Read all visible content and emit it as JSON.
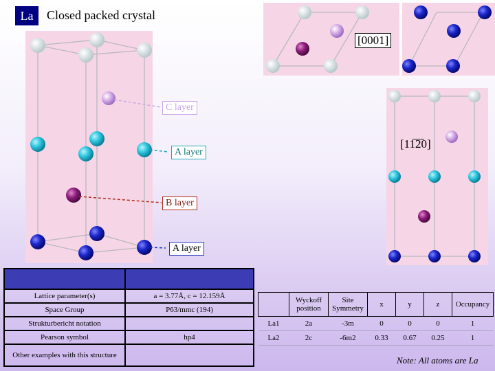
{
  "element": "La",
  "title": "Closed packed crystal",
  "direction_0001": "[0001]",
  "direction_1120": "[11̅2̅0]",
  "layers": [
    {
      "label": "C layer",
      "color": "#c9a6e8"
    },
    {
      "label": "A layer",
      "color": "#20a7b4"
    },
    {
      "label": "B layer",
      "color": "#b02a18"
    },
    {
      "label": "A layer",
      "color": "#2233bb"
    }
  ],
  "props": {
    "header": [
      "",
      ""
    ],
    "rows": [
      [
        "Lattice parameter(s)",
        "a = 3.77Å, c = 12.159Å"
      ],
      [
        "Space Group",
        "P63/mmc (194)"
      ],
      [
        "Strukturbericht notation",
        ""
      ],
      [
        "Pearson symbol",
        "hp4"
      ],
      [
        "Other examples with this structure",
        ""
      ]
    ]
  },
  "sites": {
    "header": [
      "",
      "Wyckoff position",
      "Site Symmetry",
      "x",
      "y",
      "z",
      "Occupancy"
    ],
    "rows": [
      [
        "La1",
        "2a",
        "-3m",
        "0",
        "0",
        "0",
        "1"
      ],
      [
        "La2",
        "2c",
        "-6m2",
        "0.33",
        "0.67",
        "0.25",
        "1"
      ]
    ]
  },
  "note": "Note: All atoms are La"
}
